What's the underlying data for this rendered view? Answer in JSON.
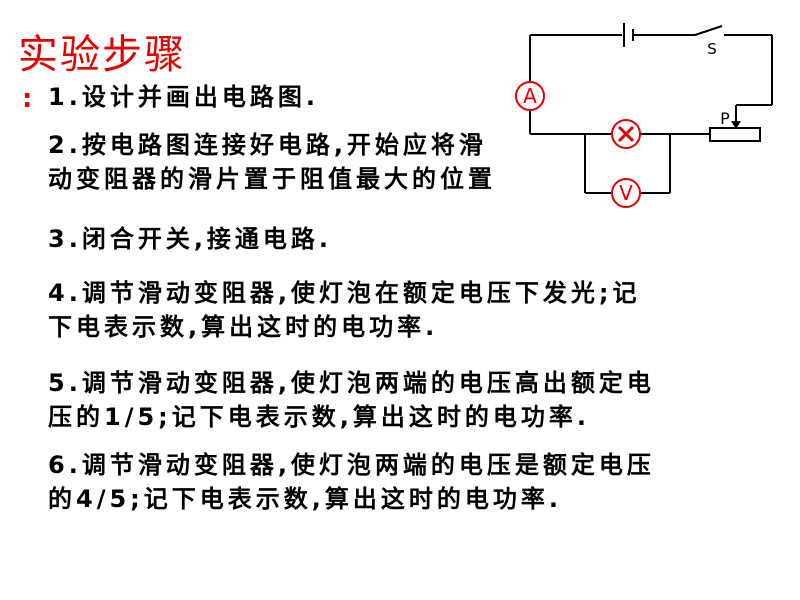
{
  "title": "实验步骤",
  "colon": ":",
  "steps": [
    {
      "lines": [
        "1.设计并画出电路图."
      ]
    },
    {
      "lines": [
        "2.按电路图连接好电路,开始应将滑",
        "动变阻器的滑片置于阻值最大的位置"
      ]
    },
    {
      "lines": [
        "3.闭合开关,接通电路."
      ]
    },
    {
      "lines": [
        "4.调节滑动变阻器,使灯泡在额定电压下发光;记",
        "下电表示数,算出这时的电功率."
      ]
    },
    {
      "lines": [
        "5.调节滑动变阻器,使灯泡两端的电压高出额定电",
        "压的1/5;记下电表示数,算出这时的电功率."
      ]
    },
    {
      "lines": [
        "6.调节滑动变阻器,使灯泡两端的电压是额定电压",
        "的4/5;记下电表示数,算出这时的电功率."
      ]
    }
  ],
  "circuit": {
    "ammeter_label": "A",
    "voltmeter_label": "V",
    "switch_label": "S",
    "slider_label": "P"
  },
  "colors": {
    "title": "#e60000",
    "meter": "#e60000",
    "wire": "#000000"
  }
}
